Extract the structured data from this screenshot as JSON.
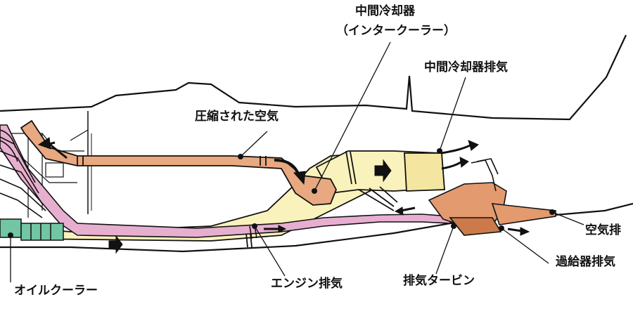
{
  "labels": {
    "intercooler_title": "中間冷却器",
    "intercooler_subtitle": "（インタークーラー）",
    "intercooler_exhaust": "中間冷却器排気",
    "compressed_air": "圧縮された空気",
    "air_exhaust": "空気排",
    "turbo_exhaust": "過給器排気",
    "exhaust_turbine": "排気タービン",
    "engine_exhaust": "エンジン排気",
    "oil_cooler": "オイルクーラー"
  },
  "colors": {
    "compressed_air_duct": "#e8a880",
    "intake_duct": "#faf2bc",
    "engine_exhaust_pipe": "#e7afcf",
    "oil_cooler": "#72c6a3",
    "turbo": "#e39a6f",
    "outline": "#111111"
  }
}
